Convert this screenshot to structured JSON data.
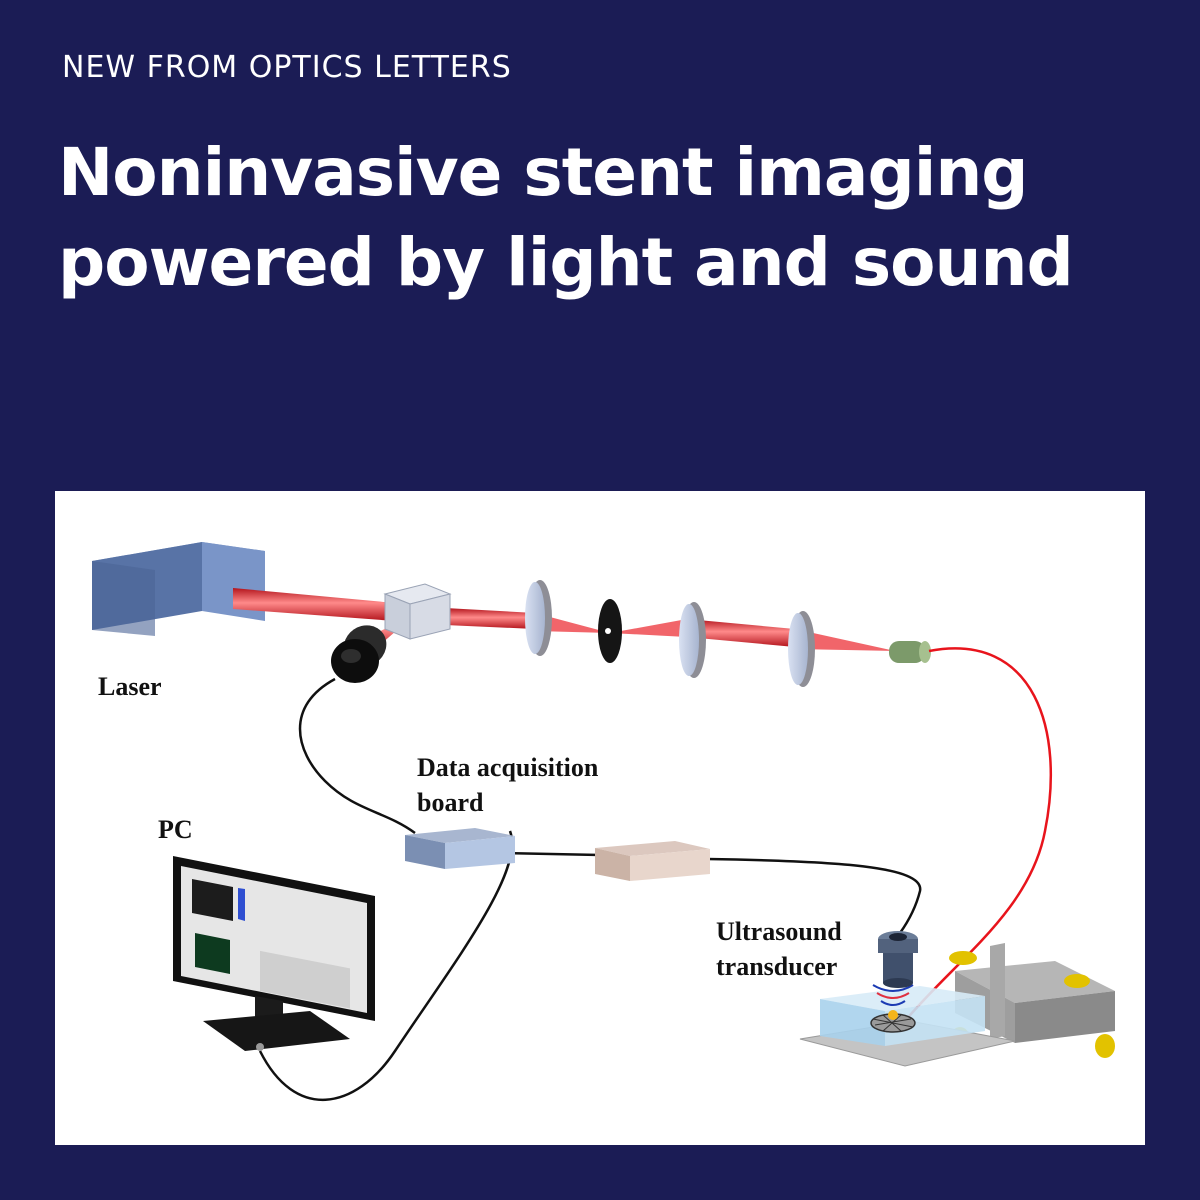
{
  "header": {
    "kicker": "NEW FROM OPTICS LETTERS",
    "headline_line1": "Noninvasive stent imaging",
    "headline_line2": "powered by light and sound"
  },
  "diagram": {
    "labels": {
      "laser": "Laser",
      "daq_line1": "Data acquisition",
      "daq_line2": "board",
      "pc": "PC",
      "transducer_line1": "Ultrasound",
      "transducer_line2": "transducer"
    }
  },
  "colors": {
    "background": "#1b1c55",
    "panel": "#ffffff",
    "beam": "#e0202a",
    "laser_box": "#5873a6",
    "fiber": "#e8141c"
  }
}
